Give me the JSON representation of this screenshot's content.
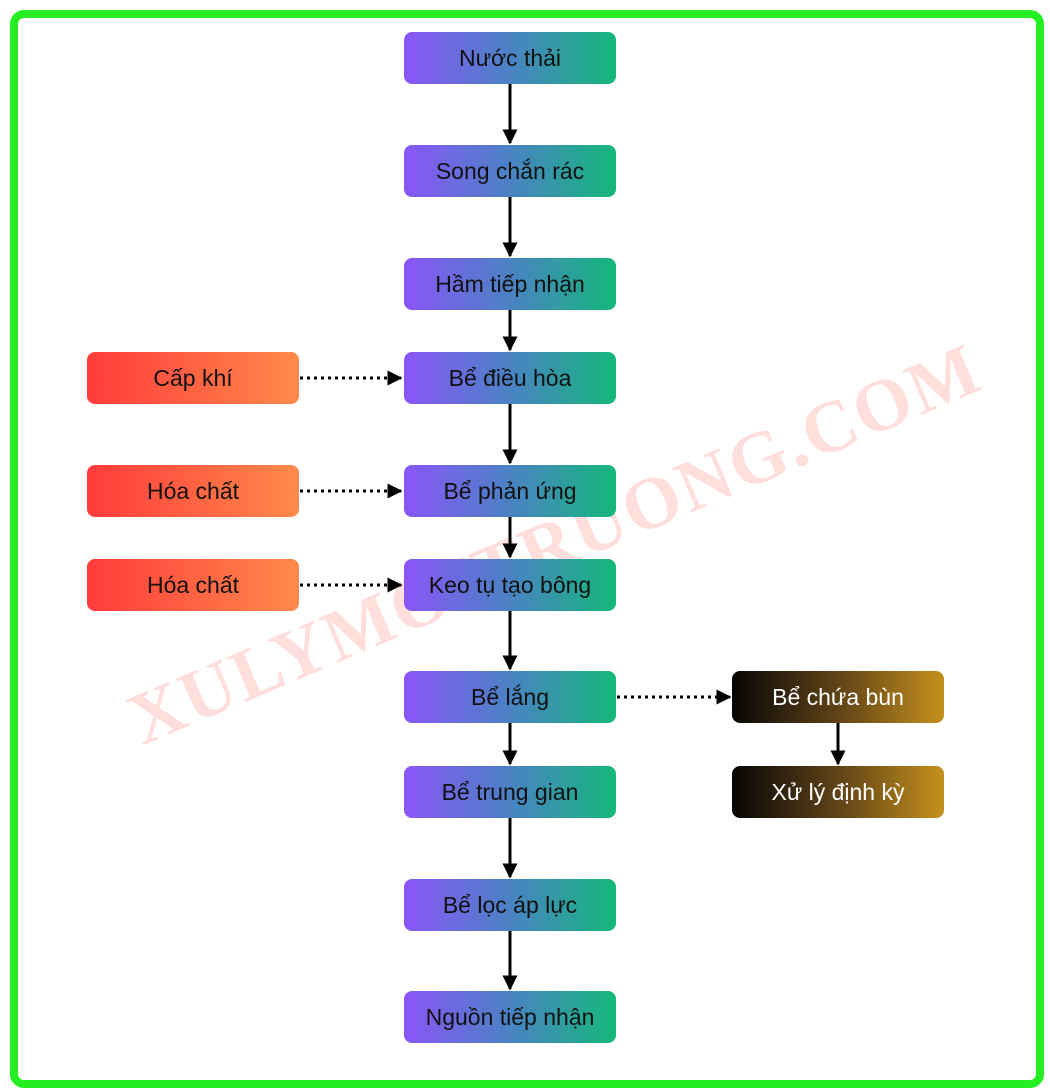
{
  "watermark": "XULYMOITRUONG.COM",
  "colors": {
    "frame": "#22ee22",
    "main_gradient": [
      "#8a55f7",
      "#14b87a"
    ],
    "input_gradient": [
      "#ff3b3b",
      "#ff8a4a"
    ],
    "sludge_gradient": [
      "#050505",
      "#c4901c"
    ]
  },
  "main_flow": [
    "Nước thải",
    "Song chắn rác",
    "Hầm tiếp nhận",
    "Bể điều hòa",
    "Bể phản ứng",
    "Keo tụ tạo bông",
    "Bể lắng",
    "Bể trung gian",
    "Bể lọc áp lực",
    "Nguồn tiếp nhận"
  ],
  "inputs": [
    {
      "label": "Cấp khí",
      "target": "Bể điều hòa"
    },
    {
      "label": "Hóa chất",
      "target": "Bể phản ứng"
    },
    {
      "label": "Hóa chất",
      "target": "Keo tụ tạo bông"
    }
  ],
  "sludge_flow": [
    {
      "label": "Bể chứa bùn",
      "source": "Bể lắng"
    },
    {
      "label": "Xử lý định kỳ",
      "source": "Bể chứa bùn"
    }
  ]
}
